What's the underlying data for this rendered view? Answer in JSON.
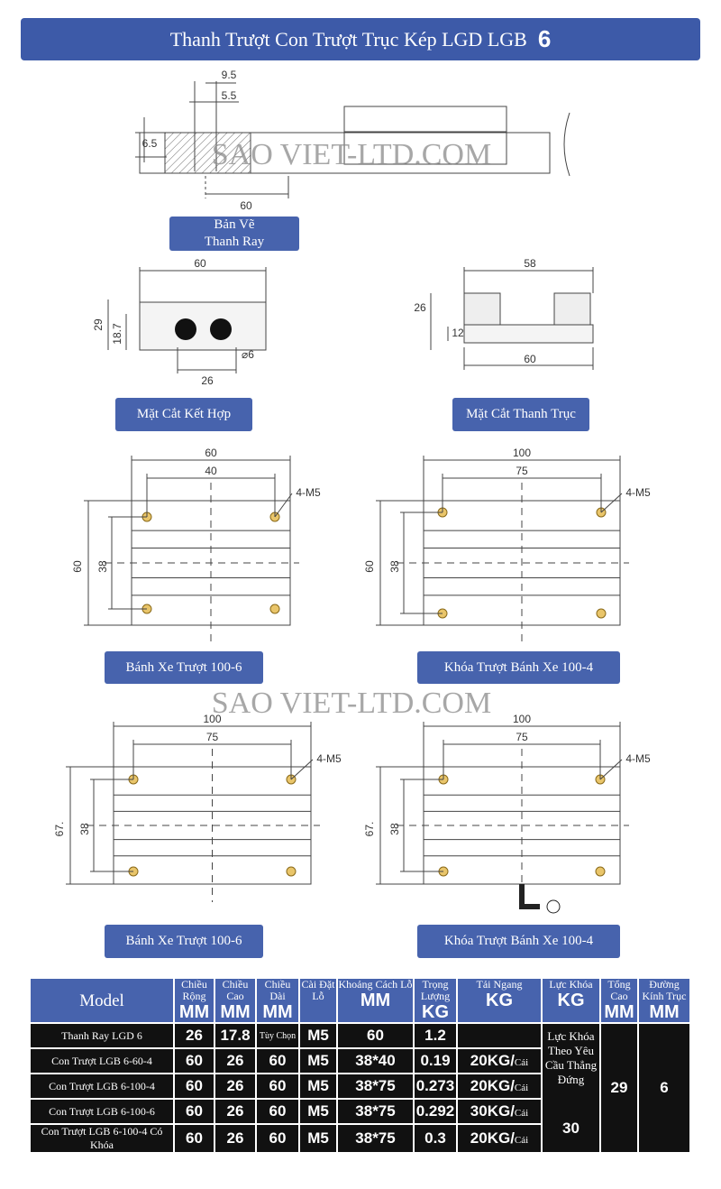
{
  "title": {
    "text": "Thanh Trượt Con Trượt Trục Kép LGD LGB",
    "number": "6"
  },
  "watermark": "SAO VIET-LTD.COM",
  "labels": {
    "rail_drawing": [
      "Bản Vẽ",
      "Thanh Ray"
    ],
    "combined_section": "Mặt Cắt Kết Hợp",
    "shaft_section": "Mặt Cắt Thanh Trục",
    "wheel_slider_1": "Bánh Xe Trượt 100-6",
    "lock_slider_1": "Khóa Trượt Bánh Xe 100-4",
    "wheel_slider_2": "Bánh Xe Trượt 100-6",
    "lock_slider_2": "Khóa Trượt Bánh Xe 100-4"
  },
  "dims": {
    "rail": {
      "a": "9.5",
      "b": "5.5",
      "h": "6.5",
      "pitch": "60"
    },
    "combined": {
      "w": "60",
      "h": "29",
      "h2": "18.7",
      "c": "26",
      "d": "⌀6"
    },
    "shaft": {
      "w": "58",
      "h": "26",
      "h2": "12",
      "b": "60"
    },
    "plate1": {
      "w": "60",
      "hw": "40",
      "h": "60",
      "hh": "38",
      "hole": "4-M5"
    },
    "plate2": {
      "w": "100",
      "hw": "75",
      "h": "60",
      "hh": "38",
      "hole": "4-M5"
    },
    "plate3": {
      "w": "100",
      "hw": "75",
      "h": "67.",
      "hh": "38",
      "hole": "4-M5"
    },
    "plate4": {
      "w": "100",
      "hw": "75",
      "h": "67.",
      "hh": "38",
      "hole": "4-M5"
    }
  },
  "table": {
    "headers": [
      {
        "t": "Model",
        "u": ""
      },
      {
        "t": "Chiều Rộng",
        "u": "MM"
      },
      {
        "t": "Chiều Cao",
        "u": "MM"
      },
      {
        "t": "Chiều Dài",
        "u": "MM"
      },
      {
        "t": "Cài Đặt Lỗ",
        "u": ""
      },
      {
        "t": "Khoảng Cách Lỗ",
        "u": "MM"
      },
      {
        "t": "Trọng Lượng",
        "u": "KG"
      },
      {
        "t": "Tải Ngang",
        "u": "KG"
      },
      {
        "t": "Lực Khóa",
        "u": "KG"
      },
      {
        "t": "Tổng Cao",
        "u": "MM"
      },
      {
        "t": "Đường Kính Trục",
        "u": "MM"
      }
    ],
    "rows": [
      {
        "model": "Thanh Ray LGD  6",
        "w": "26",
        "h": "17.8",
        "l": "Tùy Chọn",
        "hole": "M5",
        "pitch": "60",
        "kg": "1.2",
        "load": "",
        "unit": ""
      },
      {
        "model": "Con Trượt LGB 6-60-4",
        "w": "60",
        "h": "26",
        "l": "60",
        "hole": "M5",
        "pitch": "38*40",
        "kg": "0.19",
        "load": "20KG/",
        "unit": "Cái"
      },
      {
        "model": "Con Trượt LGB 6-100-4",
        "w": "60",
        "h": "26",
        "l": "60",
        "hole": "M5",
        "pitch": "38*75",
        "kg": "0.273",
        "load": "20KG/",
        "unit": "Cái"
      },
      {
        "model": "Con Trượt LGB 6-100-6",
        "w": "60",
        "h": "26",
        "l": "60",
        "hole": "M5",
        "pitch": "38*75",
        "kg": "0.292",
        "load": "30KG/",
        "unit": "Cái"
      },
      {
        "model": "Con Trượt LGB 6-100-4 Có Khóa",
        "w": "60",
        "h": "26",
        "l": "60",
        "hole": "M5",
        "pitch": "38*75",
        "kg": "0.3",
        "load": "20KG/",
        "unit": "Cái"
      }
    ],
    "lock_text": "Lực Khóa Theo Yêu Cầu Thẳng Đứng",
    "lock_value": "30",
    "total_height": "29",
    "shaft_diameter": "6"
  }
}
